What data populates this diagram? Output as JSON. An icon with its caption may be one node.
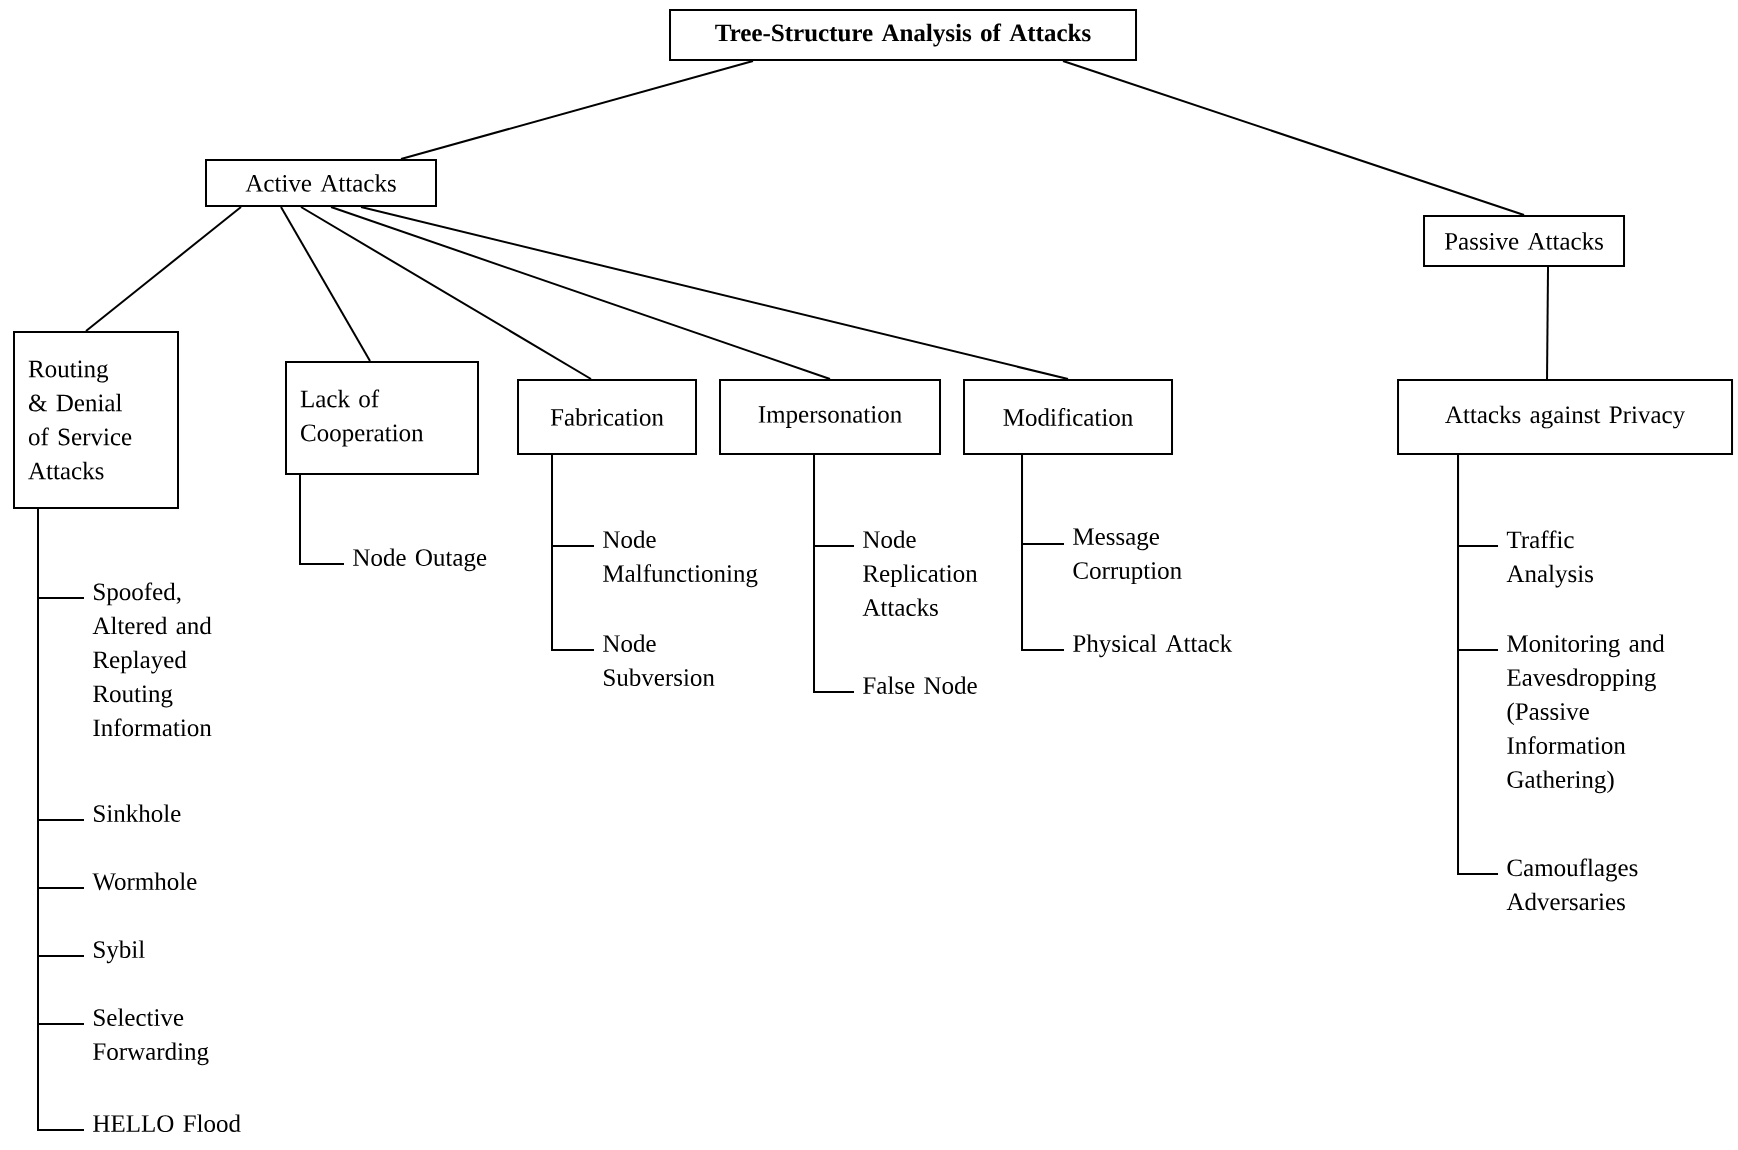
{
  "diagram": {
    "nodes": [
      {
        "text": [
          "Tree-Structure Analysis of Attacks"
        ]
      },
      {
        "text": [
          "Active Attacks"
        ]
      },
      {
        "text": [
          "Passive Attacks"
        ]
      },
      {
        "text": [
          "Routing & Denial of Service Attacks"
        ]
      },
      {
        "text": [
          "Lack of Cooperation"
        ]
      },
      {
        "text": [
          "Fabrication"
        ]
      },
      {
        "text": [
          "Impersonation"
        ]
      },
      {
        "text": [
          "Modification"
        ]
      },
      {
        "text": [
          "Attacks against Privacy"
        ]
      },
      {
        "text": [
          "Spoofed, Altered and Replayed Routing Information"
        ]
      },
      {
        "text": [
          "Sinkhole"
        ]
      },
      {
        "text": [
          "Wormhole"
        ]
      },
      {
        "text": [
          "Sybil"
        ]
      },
      {
        "text": [
          "Selective Forwarding"
        ]
      },
      {
        "text": [
          "HELLO Flood"
        ]
      },
      {
        "text": [
          "Node Outage"
        ]
      },
      {
        "text": [
          "Node Malfunctioning"
        ]
      },
      {
        "text": [
          "Node Subversion"
        ]
      },
      {
        "text": [
          "Node Replication Attacks"
        ]
      },
      {
        "text": [
          "False Node"
        ]
      },
      {
        "text": [
          "Message Corruption"
        ]
      },
      {
        "text": [
          "Physical Attack"
        ]
      },
      {
        "text": [
          "Traffic Analysis"
        ]
      },
      {
        "text": [
          "Monitoring and Eavesdropping (Passive Information Gathering)"
        ]
      },
      {
        "text": [
          "Camouflages Adversaries"
        ]
      }
    ],
    "edges": [
      {
        "from": 0,
        "to": 1,
        "arrow": "none"
      },
      {
        "from": 0,
        "to": 2,
        "arrow": "none"
      },
      {
        "from": 1,
        "to": 3,
        "arrow": "none"
      },
      {
        "from": 1,
        "to": 4,
        "arrow": "none"
      },
      {
        "from": 1,
        "to": 5,
        "arrow": "none"
      },
      {
        "from": 1,
        "to": 6,
        "arrow": "none"
      },
      {
        "from": 1,
        "to": 7,
        "arrow": "none"
      },
      {
        "from": 2,
        "to": 8,
        "arrow": "none"
      },
      {
        "from": 3,
        "to": 9,
        "arrow": "none"
      },
      {
        "from": 3,
        "to": 10,
        "arrow": "none"
      },
      {
        "from": 3,
        "to": 11,
        "arrow": "none"
      },
      {
        "from": 3,
        "to": 12,
        "arrow": "none"
      },
      {
        "from": 3,
        "to": 13,
        "arrow": "none"
      },
      {
        "from": 3,
        "to": 14,
        "arrow": "none"
      },
      {
        "from": 4,
        "to": 15,
        "arrow": "none"
      },
      {
        "from": 5,
        "to": 16,
        "arrow": "none"
      },
      {
        "from": 5,
        "to": 17,
        "arrow": "none"
      },
      {
        "from": 6,
        "to": 18,
        "arrow": "none"
      },
      {
        "from": 6,
        "to": 19,
        "arrow": "none"
      },
      {
        "from": 7,
        "to": 20,
        "arrow": "none"
      },
      {
        "from": 7,
        "to": 21,
        "arrow": "none"
      },
      {
        "from": 8,
        "to": 22,
        "arrow": "none"
      },
      {
        "from": 8,
        "to": 23,
        "arrow": "none"
      },
      {
        "from": 8,
        "to": 24,
        "arrow": "none"
      }
    ]
  }
}
